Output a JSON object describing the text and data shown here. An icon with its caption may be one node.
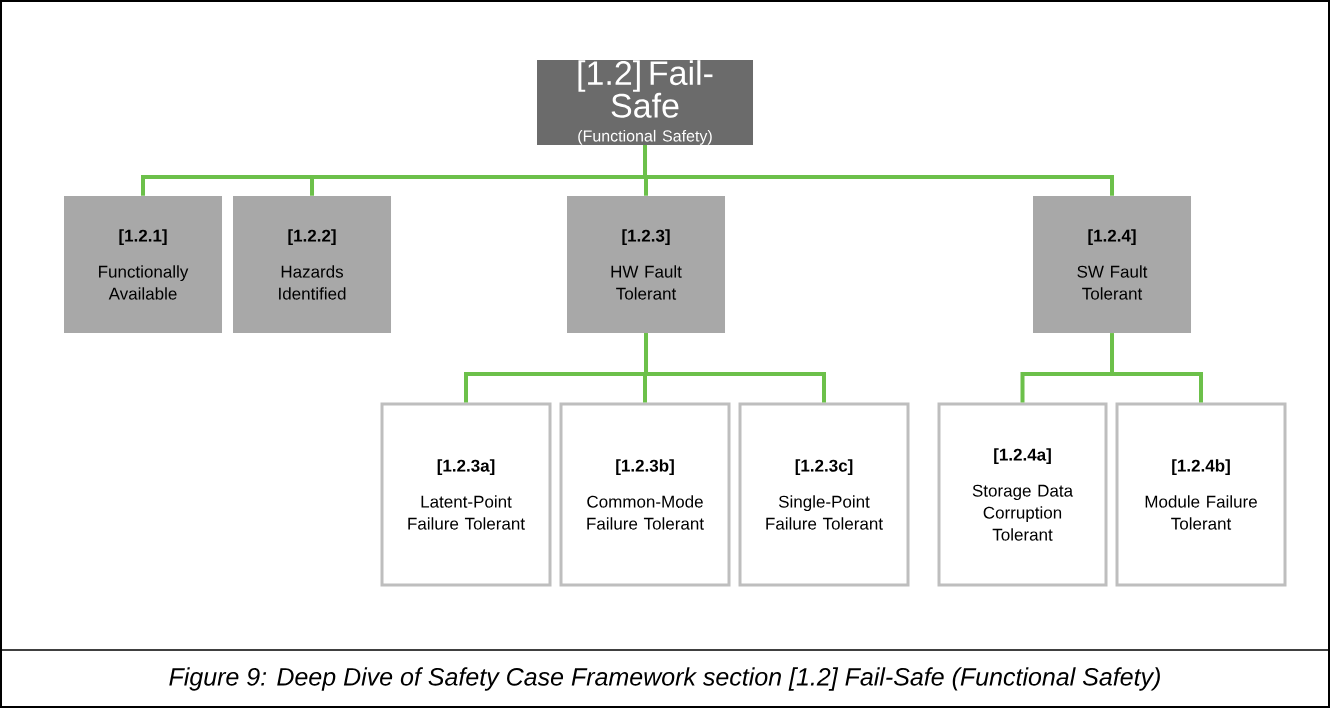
{
  "diagram": {
    "caption": "Figure 9: Deep Dive of Safety Case Framework section [1.2] Fail-Safe (Functional Safety)",
    "nodes": [
      {
        "text": [
          "[1.2] Fail-Safe",
          "(Functional Safety)"
        ]
      },
      {
        "text": [
          "[1.2.1]",
          "Functionally Available"
        ]
      },
      {
        "text": [
          "[1.2.2]",
          "Hazards Identified"
        ]
      },
      {
        "text": [
          "[1.2.3]",
          "HW Fault Tolerant"
        ]
      },
      {
        "text": [
          "[1.2.4]",
          "SW Fault Tolerant"
        ]
      },
      {
        "text": [
          "[1.2.3a]",
          "Latent-Point Failure Tolerant"
        ]
      },
      {
        "text": [
          "[1.2.3b]",
          "Common-Mode Failure Tolerant"
        ]
      },
      {
        "text": [
          "[1.2.3c]",
          "Single-Point Failure Tolerant"
        ]
      },
      {
        "text": [
          "[1.2.4a]",
          "Storage Data Corruption Tolerant"
        ]
      },
      {
        "text": [
          "[1.2.4b]",
          "Module Failure Tolerant"
        ]
      }
    ],
    "edges": [
      {
        "from": 0,
        "to": 1,
        "arrow": "none"
      },
      {
        "from": 0,
        "to": 2,
        "arrow": "none"
      },
      {
        "from": 0,
        "to": 3,
        "arrow": "none"
      },
      {
        "from": 0,
        "to": 4,
        "arrow": "none"
      },
      {
        "from": 3,
        "to": 5,
        "arrow": "none"
      },
      {
        "from": 3,
        "to": 6,
        "arrow": "none"
      },
      {
        "from": 3,
        "to": 7,
        "arrow": "none"
      },
      {
        "from": 4,
        "to": 8,
        "arrow": "none"
      },
      {
        "from": 4,
        "to": 9,
        "arrow": "none"
      }
    ]
  }
}
